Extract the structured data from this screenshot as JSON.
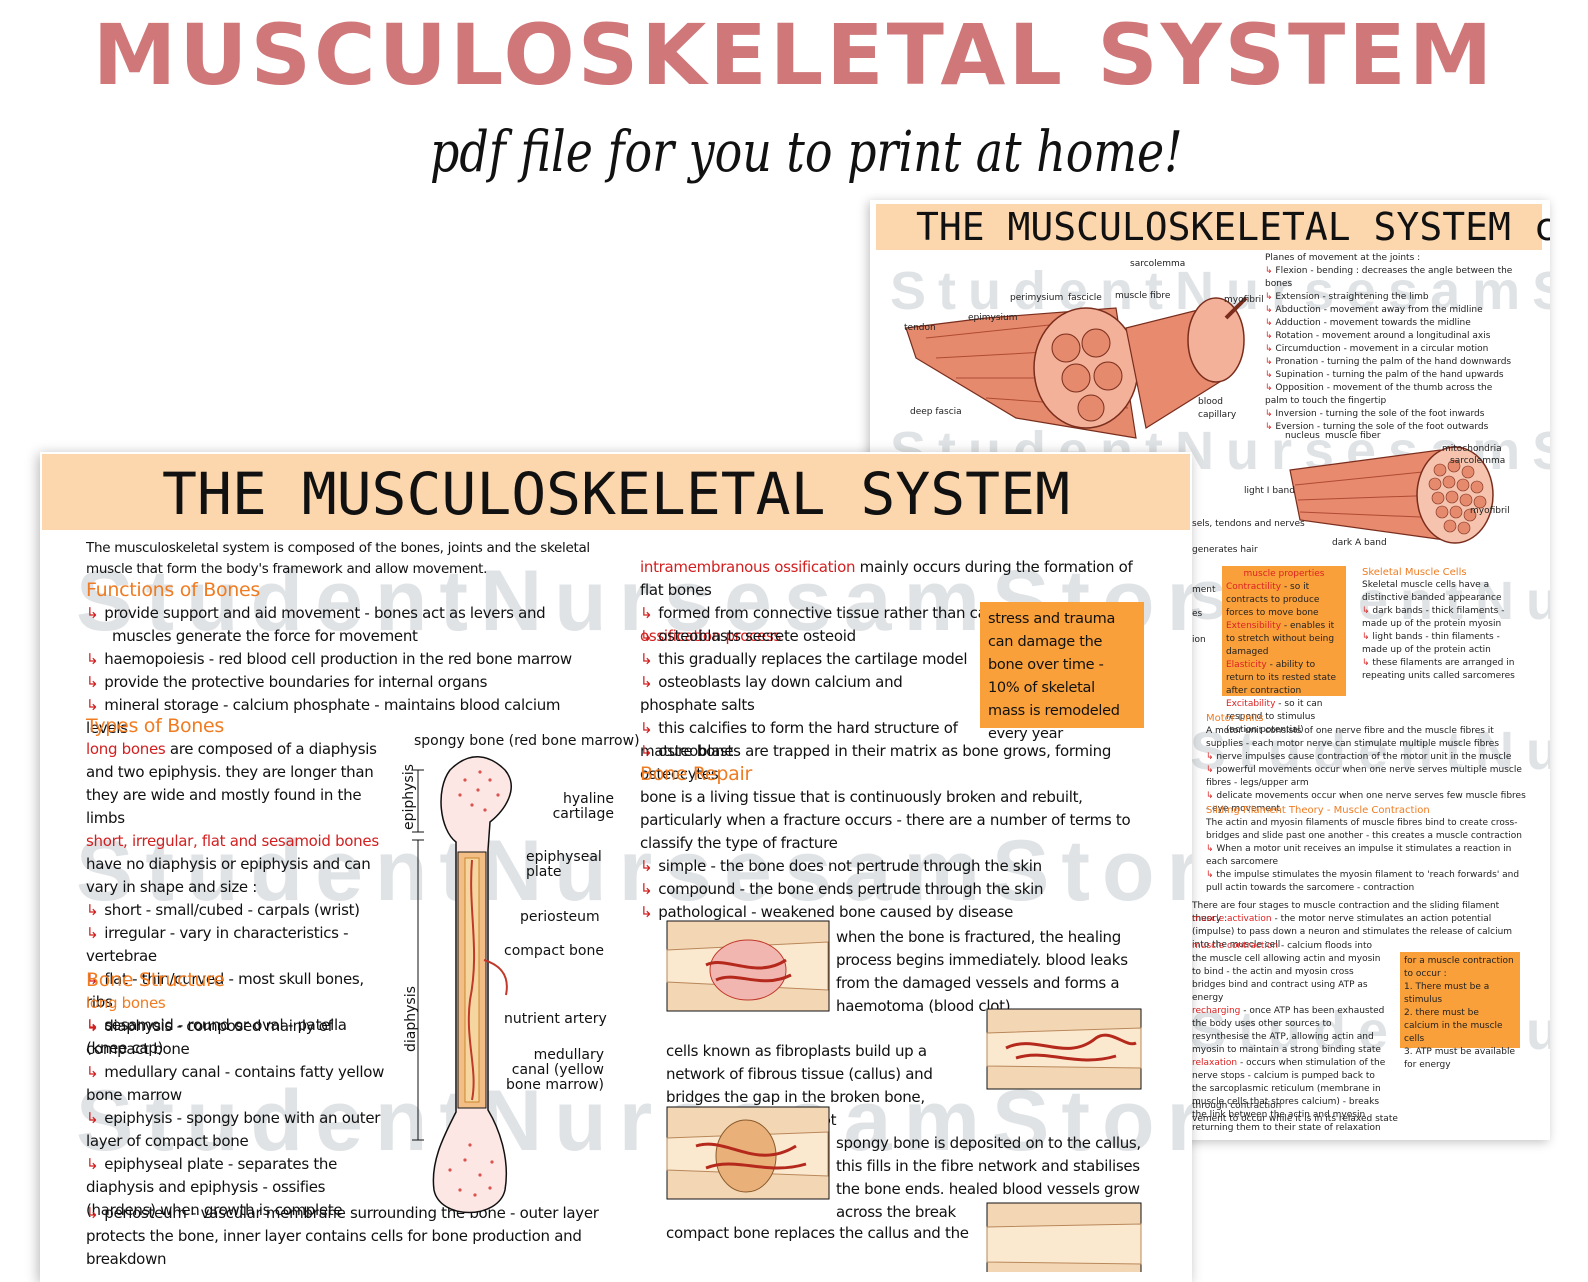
{
  "hero": {
    "title": "MUSCULOSKELETAL SYSTEM",
    "subtitle": "pdf file for you to print at home!"
  },
  "watermark": "StudentNursesamStore",
  "back_sheet": {
    "title": "THE MUSCULOSKELETAL SYSTEM cont",
    "diagram_labels": [
      "sarcolemma",
      "perimysium",
      "fascicle",
      "muscle fibre",
      "myofibril",
      "tendon",
      "epimysium",
      "deep fascia",
      "blood capillary",
      "nucleus",
      "muscle fiber",
      "mitochondria",
      "sarcolemma",
      "light I band",
      "myofibril",
      "dark A band"
    ],
    "planes_title": "Planes of movement at the joints :",
    "planes": [
      "Flexion - bending : decreases the angle between the bones",
      "Extension - straightening the limb",
      "Abduction - movement away from the midline",
      "Adduction - movement towards the midline",
      "Rotation - movement around a longitudinal axis",
      "Circumduction - movement in a circular motion",
      "Pronation - turning the palm of the hand downwards",
      "Supination - turning the palm of the hand upwards",
      "Opposition - movement of the thumb across the palm to touch the fingertip",
      "Inversion - turning the sole of the foot inwards",
      "Eversion - turning the sole of the foot outwards"
    ],
    "left_fragments": [
      "sels, tendons and nerves",
      "generates hair",
      "ment",
      "es",
      "ion"
    ],
    "muscle_properties": {
      "title": "muscle properties",
      "items": [
        {
          "term": "Contractility",
          "text": " - so it contracts to produce forces to move bone"
        },
        {
          "term": "Extensibility",
          "text": " - enables it to stretch without being damaged"
        },
        {
          "term": "Elasticity",
          "text": " - ability to return to its rested state after contraction"
        },
        {
          "term": "Excitability",
          "text": " - so it can respond to stimulus (action potential)"
        }
      ]
    },
    "skeletal_cells": {
      "title": "Skeletal Muscle Cells",
      "lines": [
        "Skeletal muscle cells have a distinctive banded appearance",
        "dark bands - thick filaments - made up of the protein myosin",
        "light bands - thin filaments - made up of the protein actin",
        "these filaments are arranged in repeating units called sarcomeres"
      ]
    },
    "motor_units": {
      "title": "Motor Units",
      "lines": [
        "A motor unit consists of one nerve fibre and the muscle fibres it supplies - each motor nerve can stimulate multiple muscle fibres",
        "nerve impulses cause contraction of the motor unit in the muscle",
        "powerful movements occur when one nerve serves multiple muscle fibres - legs/upper arm",
        "delicate movements occur when one nerve serves few muscle fibres - eye movement"
      ]
    },
    "sliding": {
      "title": "Sliding Filament Theory - Muscle Contraction",
      "lines": [
        "The actin and myosin filaments of muscle fibres bind to create cross-bridges and slide past one another - this creates a muscle contraction",
        "When a motor unit receives an impulse it stimulates a reaction in each sarcomere",
        "the impulse stimulates the myosin filament to 'reach forwards' and pull actin towards the sarcomere - contraction"
      ]
    },
    "stages": {
      "intro": "There are four stages to muscle contraction and the sliding filament theory :",
      "items": [
        {
          "term": "muscle activation",
          "text": " - the motor nerve stimulates an action potential (impulse) to pass down a neuron and stimulates the release of calcium into the muscle cell"
        },
        {
          "term": "muscle contraction",
          "text": " - calcium floods into the muscle cell allowing actin and myosin to bind - the actin and myosin cross bridges bind and contract using ATP as energy"
        },
        {
          "term": "recharging",
          "text": " - once ATP has been exhausted the body uses other sources to resynthesise the ATP, allowing actin and myosin to maintain a strong binding state"
        },
        {
          "term": "relaxation",
          "text": " - occurs when stimulation of the nerve stops - calcium is pumped back to the sarcoplasmic reticulum (membrane in muscle cells that stores calcium) - breaks the link between the actin and myosin returning them to their state of relaxation"
        }
      ],
      "tail": [
        "through contraction",
        "vement to occur while it is in its relaxed state"
      ]
    },
    "contraction_box": {
      "title": "for a muscle contraction to occur :",
      "items": [
        "1. There must be a stimulus",
        "2. there must be calcium in the muscle cells",
        "3. ATP must be available for energy"
      ]
    }
  },
  "front_sheet": {
    "title": "THE MUSCULOSKELETAL SYSTEM",
    "intro": "The musculoskeletal system is composed of the bones, joints and the skeletal muscle that form the body's framework and allow movement.",
    "functions": {
      "title": "Functions of Bones",
      "items": [
        "provide support and aid movement - bones act as levers and muscles generate the force for movement",
        "haemopoiesis - red blood cell production in the red bone marrow",
        "provide the protective boundaries for internal organs",
        "mineral storage - calcium phosphate - maintains blood calcium levels"
      ]
    },
    "types": {
      "title": "Types of Bones",
      "long_term": "long bones",
      "long_text": " are composed of a diaphysis and two epiphysis. they are longer than they are wide and mostly found in the limbs",
      "short_term": "short, irregular, flat and sesamoid bones",
      "short_text": " have no diaphysis or epiphysis and can vary in shape and size :",
      "items": [
        "short - small/cubed - carpals (wrist)",
        "irregular - vary in characteristics - vertebrae",
        "flat - thin/curved - most skull bones, ribs",
        "sesamoid - round or oval - patella (knee cap)"
      ]
    },
    "structure": {
      "title": "Bone Structure",
      "subtitle": "long bones",
      "items": [
        "diaphysis - composed mainly of compact bone",
        "medullary canal - contains fatty yellow bone marrow",
        "epiphysis - spongy bone with an outer layer of compact bone",
        "epiphyseal plate - separates the diaphysis and epiphysis - ossifies (hardens) when growth is complete",
        "periosteum - vascular membrane surrounding the bone - outer layer protects the bone, inner layer contains cells for bone production and breakdown"
      ]
    },
    "bone_labels": {
      "spongy": "spongy bone (red bone marrow)",
      "hyaline": "hyaline cartilage",
      "epiphysis": "epiphysis",
      "epiphyseal": "epiphyseal plate",
      "periosteum": "periosteum",
      "compact": "compact bone",
      "diaphysis": "diaphysis",
      "nutrient": "nutrient artery",
      "medullary": "medullary canal (yellow bone marrow)"
    },
    "ossification": {
      "intra_term": "intramembranous ossification",
      "intra_text": " mainly occurs during the formation of flat bones",
      "intra_item": "formed from connective tissue rather than cartilage",
      "process_title": "ossification process",
      "items": [
        "osteoblasts secrete osteoid",
        "this gradually replaces the cartilage model",
        "osteoblasts lay down calcium and phosphate salts",
        "this calcifies to form the hard structure of mature bone",
        "osteoblasts are trapped in their matrix as bone grows, forming osteocytes"
      ]
    },
    "stress_box": "stress and trauma can damage the bone over time - 10% of skeletal mass is remodeled every year",
    "repair": {
      "title": "Bone Repair",
      "intro": "bone is a living tissue that is continuously broken and rebuilt, particularly when a fracture occurs - there are a number of terms to classify the type of fracture",
      "items": [
        "simple - the bone does not pertrude through the skin",
        "compound - the bone ends pertrude through the skin",
        "pathological - weakened bone caused by disease"
      ],
      "steps": [
        "when the bone is fractured, the healing process begins immediately. blood leaks from the damaged vessels and forms a haemotoma (blood clot)",
        "cells known as fibroplasts build up a network of fibrous tissue (callus) and bridges the gap in the broken bone, replacing the blood clot",
        "spongy bone is deposited on to the callus, this fills in the fibre network and stabilises the bone ends. healed blood vessels grow across the break",
        "compact bone replaces the callus and the"
      ]
    }
  }
}
